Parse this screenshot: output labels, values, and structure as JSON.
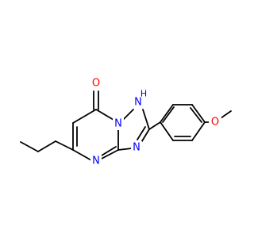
{
  "molecule": {
    "atoms": [
      {
        "id": "O1",
        "symbol": "O",
        "label": "O",
        "color": "#ff0000"
      },
      {
        "id": "N1H",
        "symbol": "N",
        "label": "N",
        "hydrogen": "H",
        "color": "#0000ff"
      },
      {
        "id": "N2",
        "symbol": "N",
        "label": "N",
        "color": "#0000ff"
      },
      {
        "id": "N3",
        "symbol": "N",
        "label": "N",
        "color": "#0000ff"
      },
      {
        "id": "N4",
        "symbol": "N",
        "label": "N",
        "color": "#0000ff"
      },
      {
        "id": "O2",
        "symbol": "O",
        "label": "O",
        "color": "#ff0000"
      }
    ],
    "bond_color": "#000000"
  }
}
